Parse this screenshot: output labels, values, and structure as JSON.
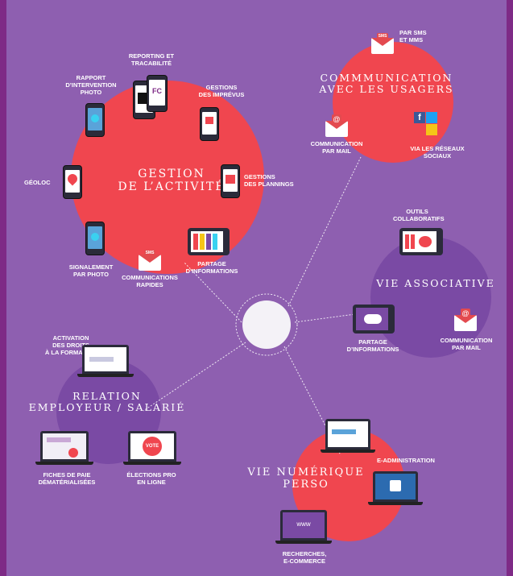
{
  "colors": {
    "purple_bg": "#8e5fb0",
    "coral": "#f0464f",
    "violet": "#7a4aa4",
    "frame": "#7e2a86"
  },
  "sections": {
    "gestion": "GESTION\nDE L’ACTIVITÉ",
    "communication": "COMMMUNICATION\nAVEC LES USAGERS",
    "associative": "VIE ASSOCIATIVE",
    "relation": "RELATION\nEMPLOYEUR / SALARIÉ",
    "numerique": "VIE NUMÉRIQUE\nPERSO"
  },
  "labels": {
    "reporting": "REPORTING ET\nTRACABILITÉ",
    "rapport": "RAPPORT\nD’INTERVENTION\nPHOTO",
    "imprevus": "GESTIONS\nDES IMPRÉVUS",
    "geoloc": "GÉOLOC",
    "plannings": "GESTIONS\nDES PLANNINGS",
    "signalement": "SIGNALEMENT\nPAR PHOTO",
    "communications_rapides": "COMMUNICATIONS\nRAPIDES",
    "partage1": "PARTAGE\nD’INFORMATIONS",
    "sms": "PAR SMS\nET MMS",
    "mail1": "COMMUNICATION\nPAR MAIL",
    "reseaux": "VIA LES RÉSEAUX\nSOCIAUX",
    "outils": "OUTILS\nCOLLABORATIFS",
    "partage2": "PARTAGE\nD’INFORMATIONS",
    "mail2": "COMMUNICATION\nPAR MAIL",
    "activation": "ACTIVATION\nDES DROITS\nÀ LA FORMATION",
    "fiches": "FICHES DE PAIE\nDÉMATÉRIALISÉES",
    "elections": "ÉLECTIONS PRO\nEN LIGNE",
    "eadmin": "E-ADMINISTRATION",
    "recherches": "RECHERCHES,\nE-COMMERCE"
  },
  "icons": {
    "sms_tag": "SMS",
    "at_tag": "@",
    "vote": "VOTE",
    "www": "www",
    "qr": "QR",
    "fc": "FC"
  }
}
